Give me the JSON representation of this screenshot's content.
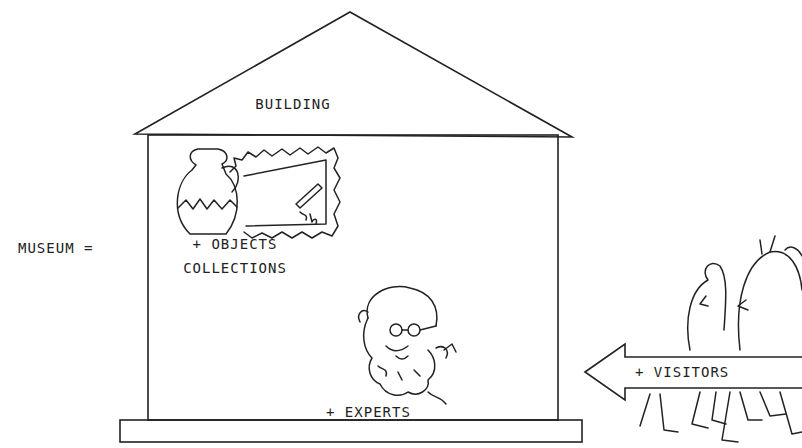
{
  "diagram": {
    "nodes": [
      {
        "text": [
          "BUILDING",
          "+ OBJECTS COLLECTIONS",
          "+ EXPERTS"
        ]
      },
      {
        "text": [
          "+ VISITORS"
        ]
      }
    ],
    "labels": [
      "MUSEUM ="
    ]
  }
}
